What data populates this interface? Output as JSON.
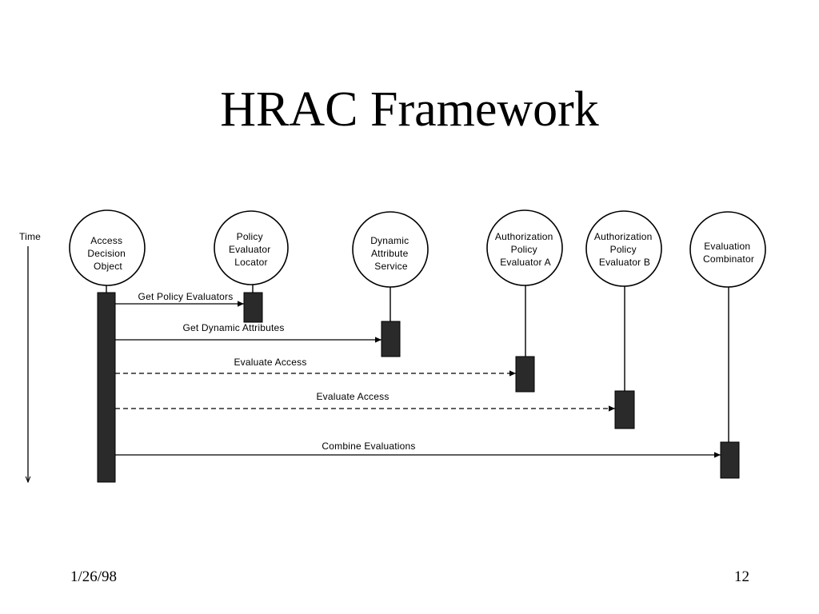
{
  "slide": {
    "title": "HRAC Framework",
    "date": "1/26/98",
    "page_number": "12"
  },
  "diagram": {
    "time_axis_label": "Time",
    "participants": [
      {
        "label_lines": [
          "Access",
          "Decision",
          "Object"
        ]
      },
      {
        "label_lines": [
          "Policy",
          "Evaluator",
          "Locator"
        ]
      },
      {
        "label_lines": [
          "Dynamic",
          "Attribute",
          "Service"
        ]
      },
      {
        "label_lines": [
          "Authorization",
          "Policy",
          "Evaluator A"
        ]
      },
      {
        "label_lines": [
          "Authorization",
          "Policy",
          "Evaluator B"
        ]
      },
      {
        "label_lines": [
          "Evaluation",
          "Combinator"
        ]
      }
    ],
    "messages": [
      {
        "label": "Get Policy Evaluators"
      },
      {
        "label": "Get Dynamic Attributes"
      },
      {
        "label": "Evaluate Access"
      },
      {
        "label": "Evaluate Access"
      },
      {
        "label": "Combine Evaluations"
      }
    ]
  }
}
